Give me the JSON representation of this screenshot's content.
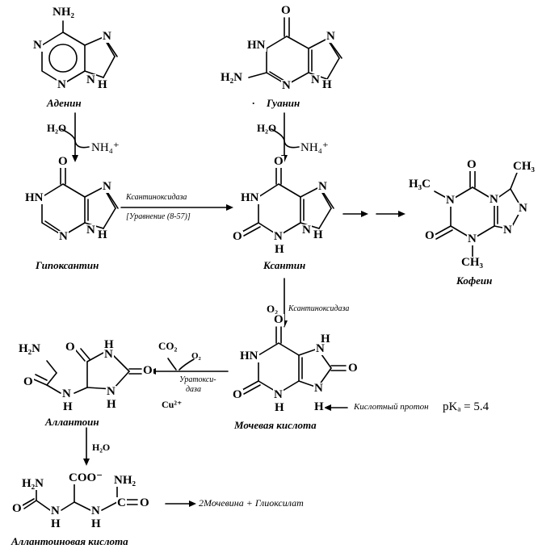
{
  "compounds": {
    "adenine": {
      "name": "Аденин",
      "NH2": "NH₂",
      "N": "N",
      "NH": "N",
      "H": "H"
    },
    "guanine": {
      "name": "Гуанин",
      "O": "O",
      "HN": "HN",
      "N": "N",
      "H2N": "H₂N",
      "NH": "N",
      "H": "H"
    },
    "hypoxanthine": {
      "name": "Гипоксантин",
      "O": "O",
      "HN": "HN",
      "N": "N",
      "NH": "N",
      "H": "H"
    },
    "xanthine": {
      "name": "Ксантин",
      "O": "O",
      "HN": "HN",
      "N": "N",
      "NH": "N",
      "H": "H"
    },
    "caffeine": {
      "name": "Кофеин",
      "CH3": "CH₃",
      "H3C": "H₃C",
      "N": "N",
      "O": "O"
    },
    "uric_acid": {
      "name": "Мочевая кислота",
      "O": "O",
      "H": "H",
      "N": "N",
      "HN": "HN"
    },
    "allantoin": {
      "name": "Аллантоин",
      "H2N": "H₂N",
      "O": "O",
      "N": "N",
      "H": "H"
    },
    "allantoic_acid": {
      "name": "Аллантоиновая кислота",
      "H2N": "H₂N",
      "COO": "COO⁻",
      "NH2": "NH₂",
      "N": "N",
      "H": "H",
      "C": "C",
      "O": "O"
    }
  },
  "reagents": {
    "water": "H₂O",
    "ammonium": "NH₄⁺",
    "oxygen": "O₂",
    "co2": "CO₂",
    "copper": "Cu²⁺"
  },
  "enzymes": {
    "xanthine_oxidase": "Ксантиноксидаза",
    "equation_ref": "[Уравнение (8-57)]",
    "uricase_1": "Уратокси-",
    "uricase_2": "даза"
  },
  "annotations": {
    "acidic_proton": "Кислотный протон",
    "pka": "pKₐ = 5.4",
    "products": "2Мочевина + Глиоксилат",
    "dot": "·"
  }
}
